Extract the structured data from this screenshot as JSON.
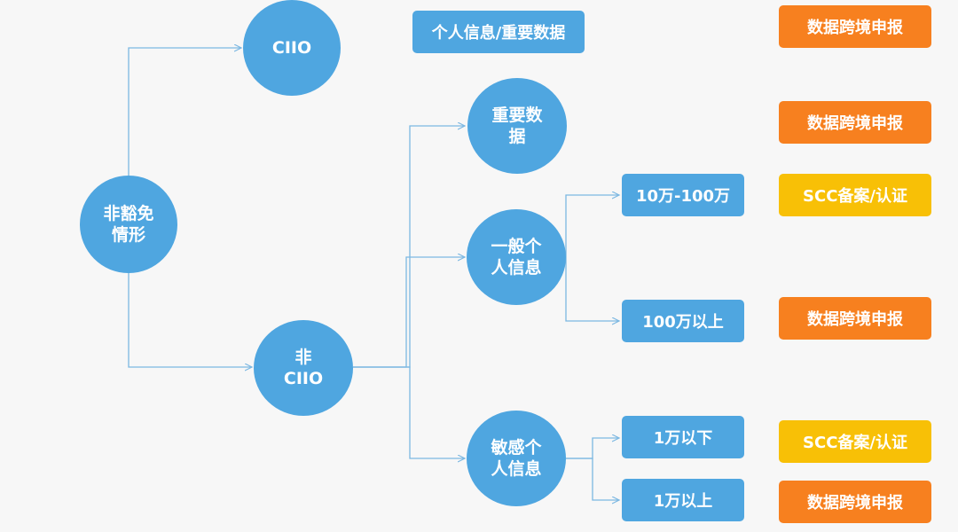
{
  "colors": {
    "node_blue": "#4fa6e0",
    "line_blue": "#7cb8e2",
    "orange": "#f7801f",
    "yellow": "#f8c006",
    "background": "#f7f7f7"
  },
  "nodes": {
    "root": "非豁免\n情形",
    "ciio": "CIIO",
    "non_ciio": "非\nCIIO",
    "important_data": "重要数\n据",
    "general_pi": "一般个\n人信息",
    "sensitive_pi": "敏感个\n人信息",
    "range_100k_1m": "10万-100万",
    "over_1m": "100万以上",
    "under_10k": "1万以下",
    "over_10k": "1万以上"
  },
  "legend": {
    "top_label": "个人信息/重要数据"
  },
  "outcomes": {
    "ciio": "数据跨境申报",
    "important_data": "数据跨境申报",
    "range_100k_1m": "SCC备案/认证",
    "over_1m": "数据跨境申报",
    "under_10k": "SCC备案/认证",
    "over_10k": "数据跨境申报"
  }
}
